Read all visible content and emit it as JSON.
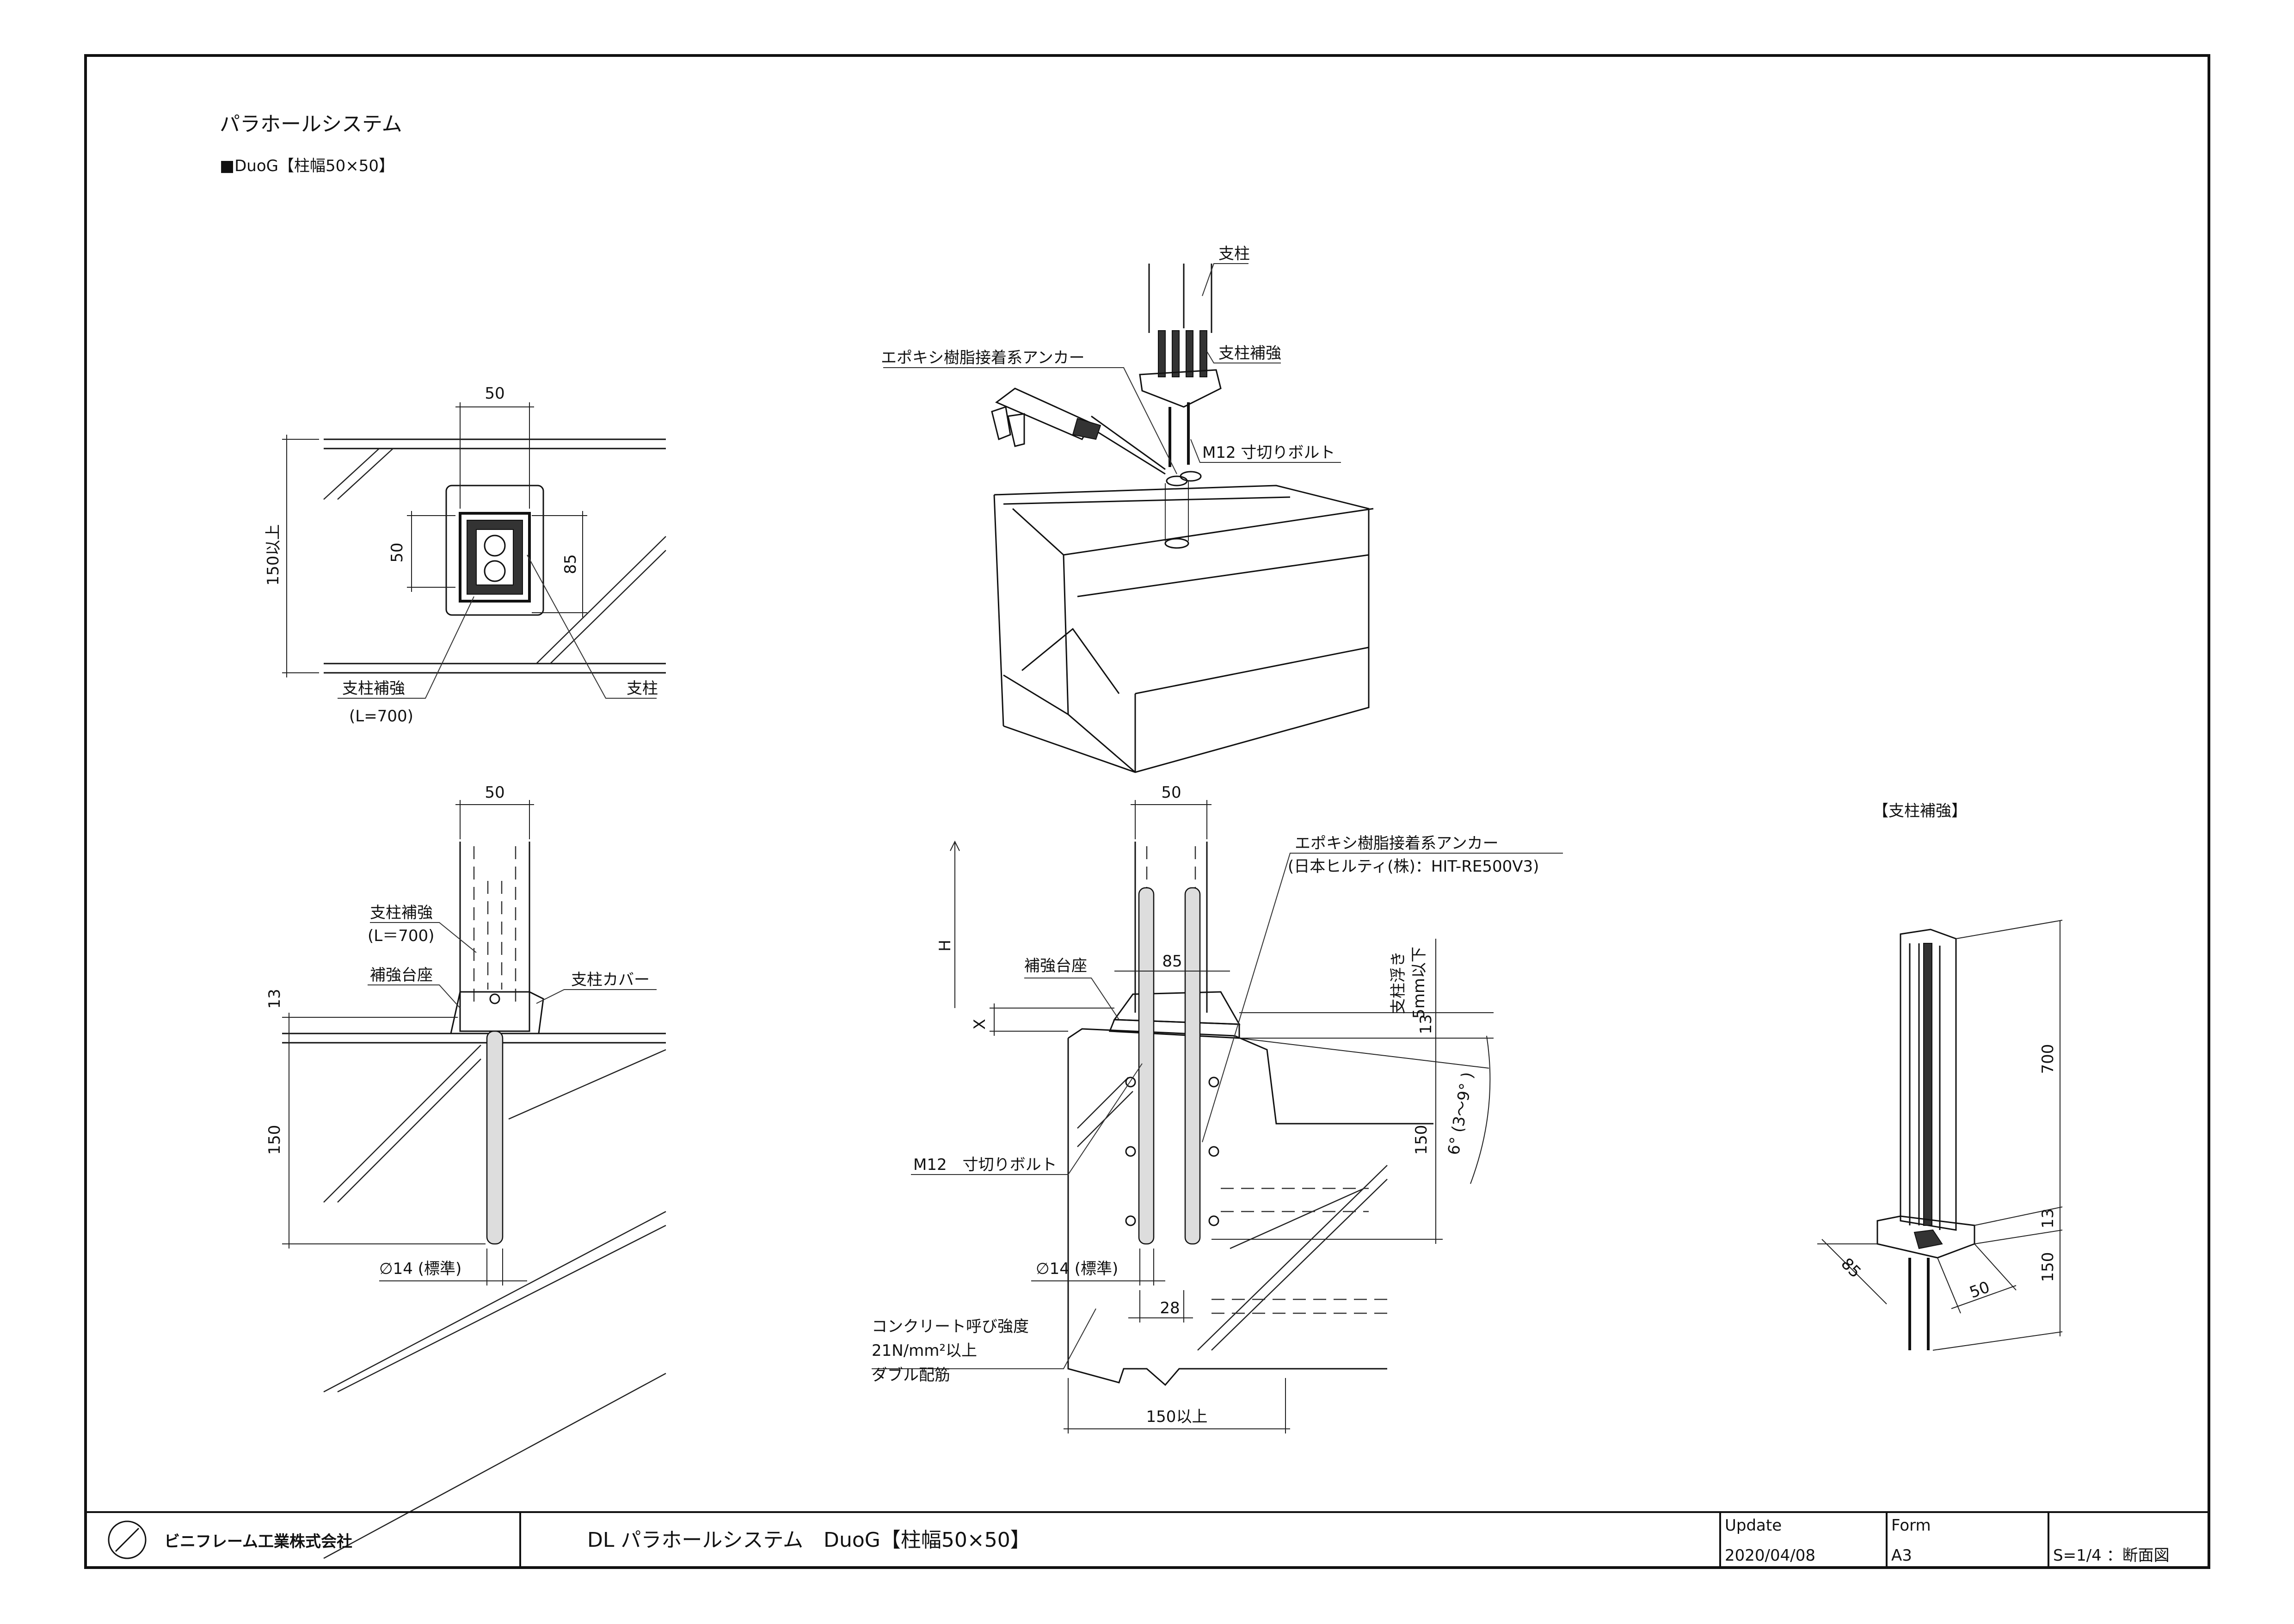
{
  "header": {
    "title": "パラホールシステム",
    "subtitle": "■DuoG【柱幅50×50】"
  },
  "plan_view": {
    "dim_top": "50",
    "dim_left": "50",
    "dim_right": "85",
    "dim_side": "150以上",
    "label_reinforce": "支柱補強",
    "label_reinforce_len": "(L=700)",
    "label_post": "支柱"
  },
  "iso_install": {
    "label_post": "支柱",
    "label_reinforce": "支柱補強",
    "label_anchor": "エポキシ樹脂接着系アンカー",
    "label_bolt": "M12 寸切りボルト"
  },
  "section_left": {
    "dim_top": "50",
    "label_reinforce": "支柱補強",
    "label_reinforce_len": "(L＝700)",
    "label_base": "補強台座",
    "label_cover": "支柱カバー",
    "dim_13": "13",
    "dim_150": "150",
    "label_dia": "∅14 (標準)"
  },
  "section_right": {
    "dim_top": "50",
    "dim_85": "85",
    "label_anchor": "エポキシ樹脂接着系アンカー",
    "label_anchor_maker": "(日本ヒルティ(株)：HIT-RE500V3)",
    "label_base": "補強台座",
    "label_h": "H",
    "label_x": "X",
    "label_float": "支柱浮き",
    "label_float_val": "5mm以下",
    "dim_13": "13",
    "dim_150": "150",
    "label_angle": "6° (3～9° )",
    "label_bolt": "M12　寸切りボルト",
    "label_dia": "∅14 (標準)",
    "dim_28": "28",
    "label_concrete_1": "コンクリート呼び強度",
    "label_concrete_2": "21N/mm²以上",
    "label_concrete_3": "ダブル配筋",
    "dim_bottom": "150以上"
  },
  "detail_iso": {
    "title": "【支柱補強】",
    "dim_700": "700",
    "dim_13": "13",
    "dim_150": "150",
    "dim_85": "85",
    "dim_50": "50"
  },
  "title_block": {
    "company": "ビニフレーム工業株式会社",
    "drawing_title": "DL パラホールシステム　DuoG【柱幅50×50】",
    "update_label": "Update",
    "update_value": "2020/04/08",
    "form_label": "Form",
    "form_value": "A3",
    "scale": "S=1/4 ：断面図"
  }
}
